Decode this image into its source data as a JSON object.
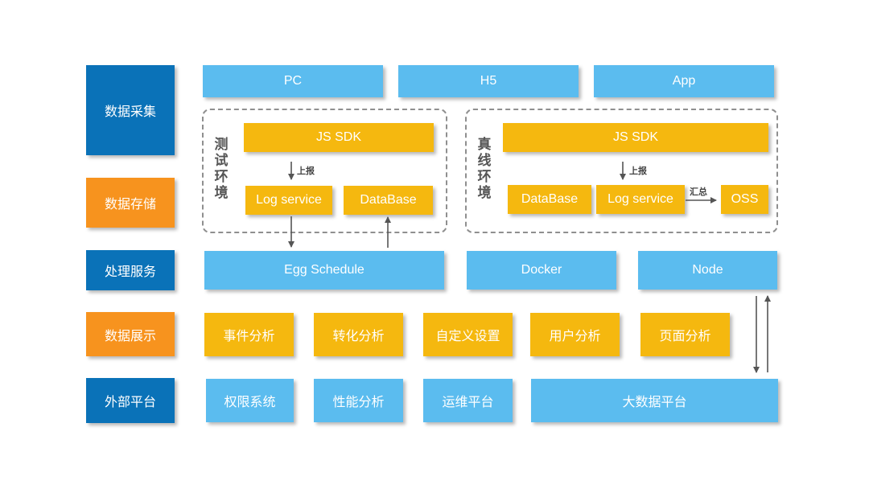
{
  "layers": {
    "collection": "数据采集",
    "storage": "数据存储",
    "processing": "处理服务",
    "display": "数据展示",
    "external": "外部平台"
  },
  "clients": {
    "pc": "PC",
    "h5": "H5",
    "app": "App"
  },
  "test_env": {
    "title_chars": [
      "测",
      "试",
      "环",
      "境"
    ],
    "sdk": "JS SDK",
    "report": "上报",
    "log_service": "Log service",
    "database": "DataBase"
  },
  "prod_env": {
    "title_chars": [
      "真",
      "线",
      "环",
      "境"
    ],
    "sdk": "JS SDK",
    "report": "上报",
    "database": "DataBase",
    "log_service": "Log service",
    "aggregate": "汇总",
    "oss": "OSS"
  },
  "services": {
    "egg": "Egg Schedule",
    "docker": "Docker",
    "node": "Node"
  },
  "display_items": [
    "事件分析",
    "转化分析",
    "自定义设置",
    "用户分析",
    "页面分析"
  ],
  "external_items": [
    "权限系统",
    "性能分析",
    "运维平台",
    "大数据平台"
  ],
  "colors": {
    "layer_blue": "#0a72b8",
    "layer_orange": "#f7931e",
    "light_blue": "#5bbcef",
    "yellow": "#f5b80f"
  }
}
